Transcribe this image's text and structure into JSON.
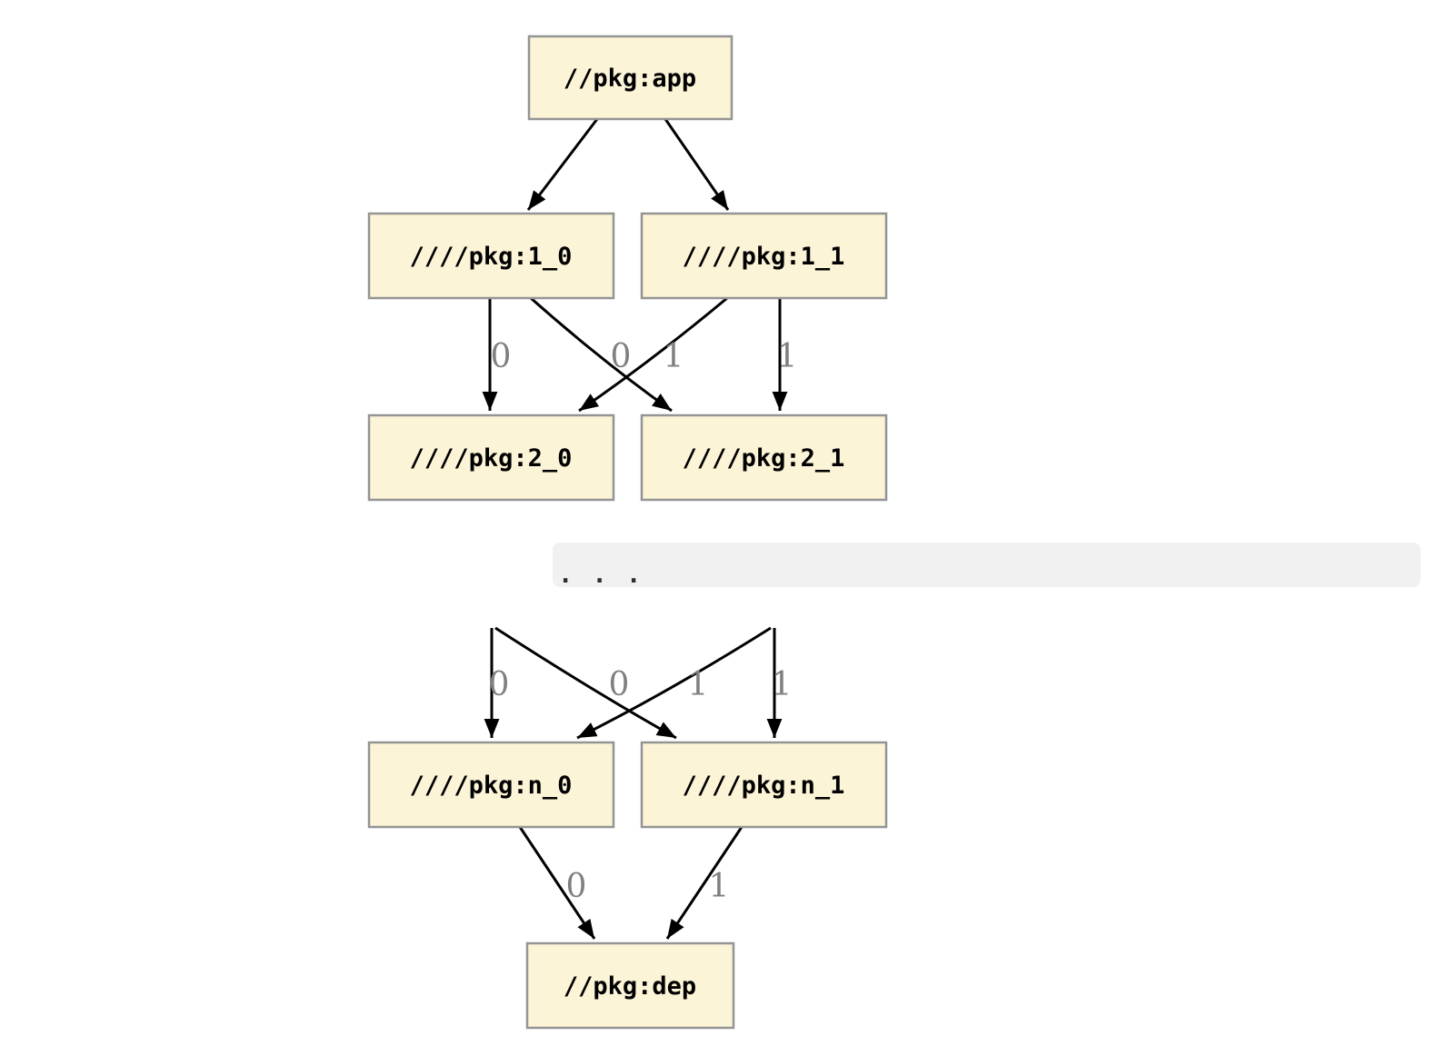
{
  "diagram": {
    "type": "dependency-graph",
    "nodes": {
      "app": "//pkg:app",
      "l1_0": "////pkg:1_0",
      "l1_1": "////pkg:1_1",
      "l2_0": "////pkg:2_0",
      "l2_1": "////pkg:2_1",
      "ln_0": "////pkg:n_0",
      "ln_1": "////pkg:n_1",
      "dep": "//pkg:dep"
    },
    "ellipsis": ". . .",
    "edge_labels": {
      "level1_to_level2": [
        "0",
        "0",
        "1",
        "1"
      ],
      "elided_to_leveln": [
        "0",
        "0",
        "1",
        "1"
      ],
      "leveln_to_dep": [
        "0",
        "1"
      ]
    },
    "colors": {
      "node_fill": "#FCF4D7",
      "node_border": "#949494",
      "node_text": "#000000",
      "edge": "#000000",
      "edge_label": "#808080",
      "band_fill": "#f1f1f1",
      "ellipsis_dots": "#2e2e2e",
      "background": "#ffffff"
    }
  }
}
